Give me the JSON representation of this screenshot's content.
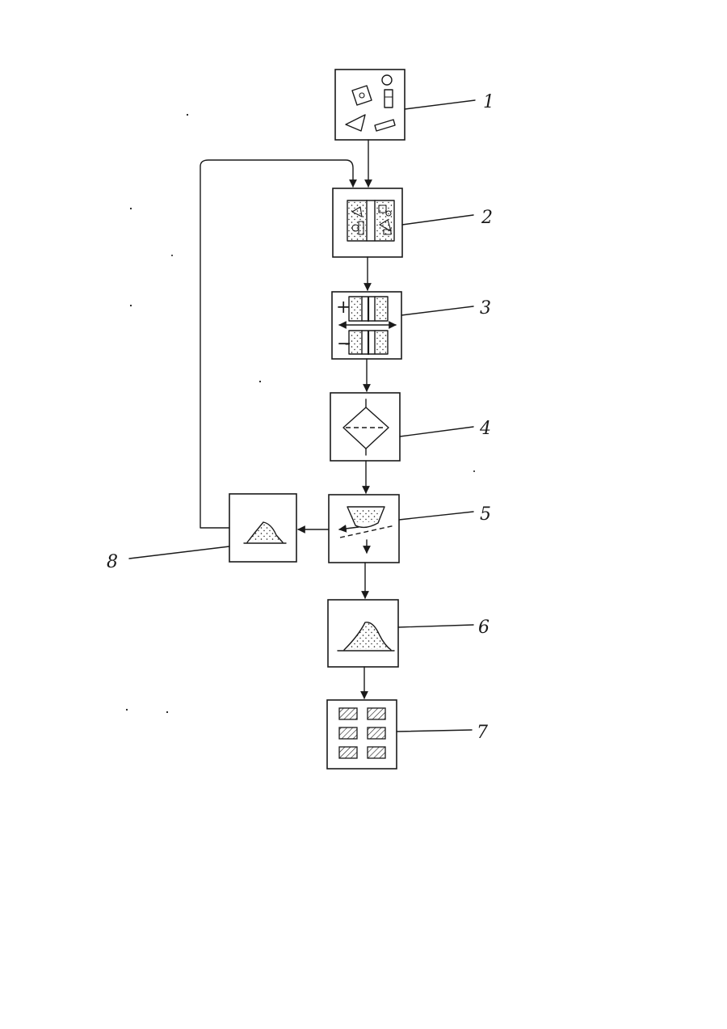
{
  "diagram": {
    "labels": {
      "l1": "1",
      "l2": "2",
      "l3": "3",
      "l4": "4",
      "l5": "5",
      "l6": "6",
      "l7": "7",
      "l8": "8"
    },
    "marks": {
      "plus": "+",
      "minus": "−"
    }
  }
}
